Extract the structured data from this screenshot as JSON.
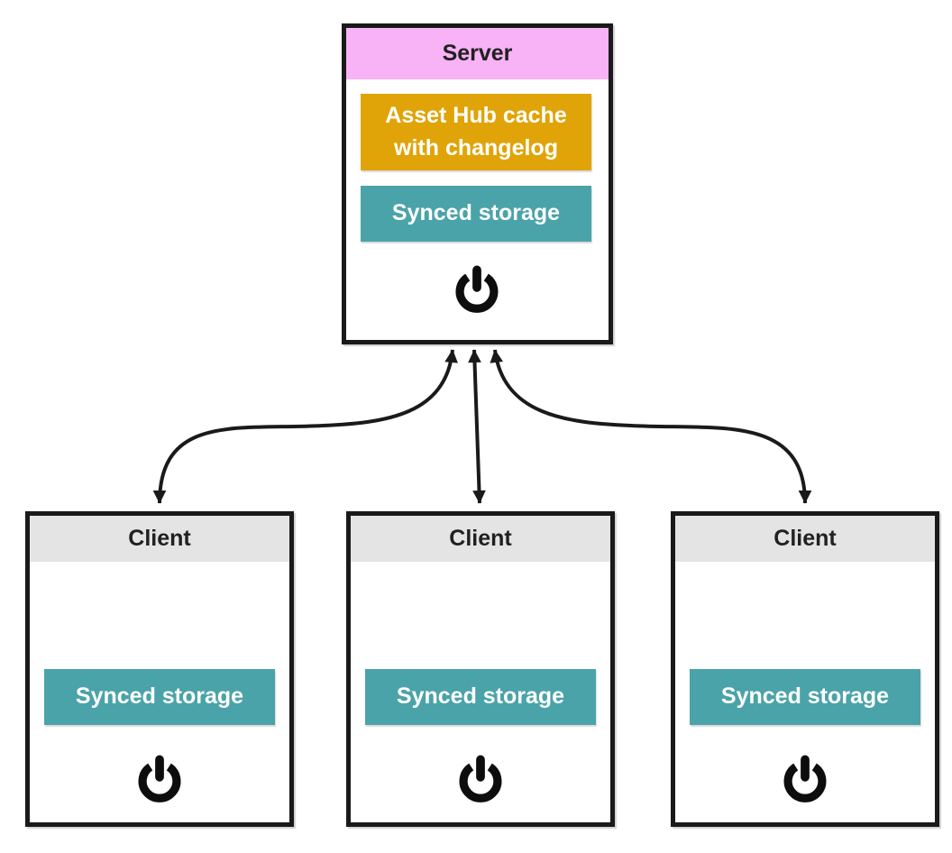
{
  "diagram": {
    "type": "architecture-sync-topology",
    "server": {
      "label": "Server",
      "header_color": "#f8b2f6",
      "components": [
        {
          "id": "asset-hub-cache",
          "label": "Asset Hub cache with changelog",
          "color": "#e0a408"
        },
        {
          "id": "synced-storage",
          "label": "Synced storage",
          "color": "#4aa3a8"
        }
      ],
      "icon": "power-icon"
    },
    "clients": [
      {
        "label": "Client",
        "header_color": "#e4e4e4",
        "components": [
          {
            "id": "synced-storage",
            "label": "Synced storage",
            "color": "#4aa3a8"
          }
        ],
        "icon": "power-icon"
      },
      {
        "label": "Client",
        "header_color": "#e4e4e4",
        "components": [
          {
            "id": "synced-storage",
            "label": "Synced storage",
            "color": "#4aa3a8"
          }
        ],
        "icon": "power-icon"
      },
      {
        "label": "Client",
        "header_color": "#e4e4e4",
        "components": [
          {
            "id": "synced-storage",
            "label": "Synced storage",
            "color": "#4aa3a8"
          }
        ],
        "icon": "power-icon"
      }
    ],
    "connections": [
      {
        "from": "server",
        "to": "client-left",
        "direction": "bidirectional",
        "style": "curved"
      },
      {
        "from": "server",
        "to": "client-middle",
        "direction": "bidirectional",
        "style": "straight"
      },
      {
        "from": "server",
        "to": "client-right",
        "direction": "bidirectional",
        "style": "curved"
      }
    ],
    "colors": {
      "border": "#1a1a1a",
      "arrow": "#1a1a1a",
      "server_header": "#f8b2f6",
      "client_header": "#e4e4e4",
      "asset_hub_cache": "#e0a408",
      "synced_storage": "#4aa3a8",
      "background": "#ffffff"
    }
  }
}
